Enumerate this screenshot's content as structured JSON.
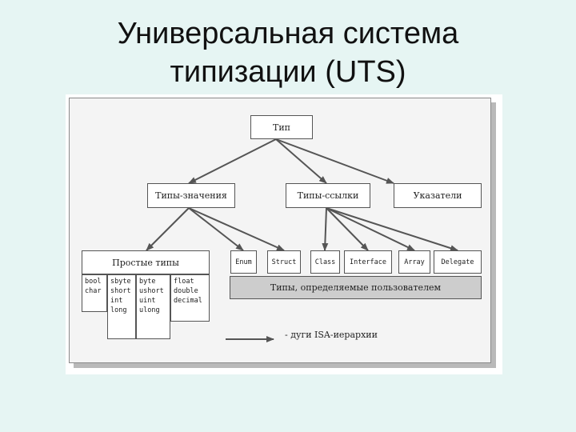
{
  "slide": {
    "title_line1": "Универсальная система",
    "title_line2": "типизации (UTS)"
  },
  "diagram": {
    "root": "Тип",
    "value_types": "Типы-значения",
    "reference_types": "Типы-ссылки",
    "pointers": "Указатели",
    "simple_types": "Простые типы",
    "enum": "Enum",
    "struct": "Struct",
    "class": "Class",
    "interface": "Interface",
    "array": "Array",
    "delegate": "Delegate",
    "user_defined": "Типы, определяемые пользователем",
    "simple_columns": [
      [
        "bool",
        "char"
      ],
      [
        "sbyte",
        "short",
        "int",
        "long"
      ],
      [
        "byte",
        "ushort",
        "uint",
        "ulong"
      ],
      [
        "float",
        "double",
        "decimal"
      ]
    ],
    "legend": "- дуги ISA-иерархии"
  }
}
